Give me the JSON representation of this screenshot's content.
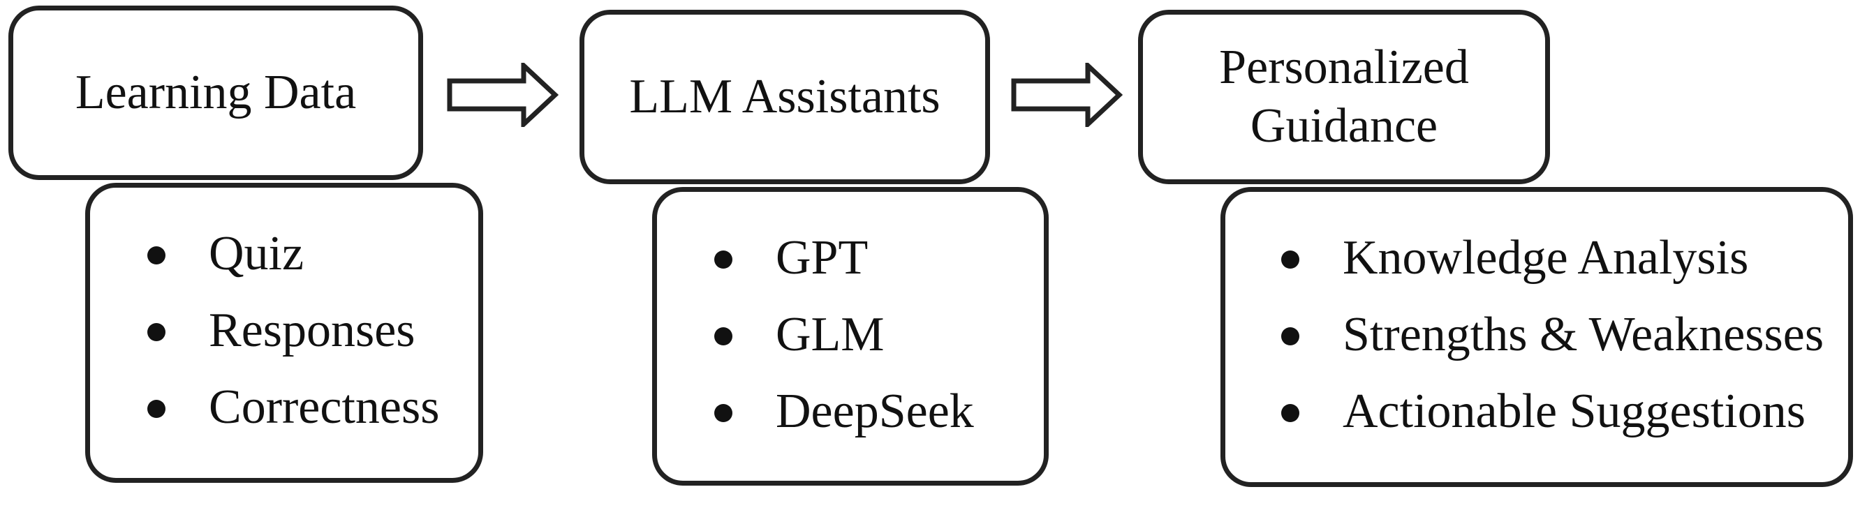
{
  "stages": [
    {
      "title_lines": [
        "Learning Data"
      ],
      "items": [
        "Quiz",
        "Responses",
        "Correctness"
      ]
    },
    {
      "title_lines": [
        "LLM Assistants"
      ],
      "items": [
        "GPT",
        "GLM",
        "DeepSeek"
      ]
    },
    {
      "title_lines": [
        "Personalized",
        "Guidance"
      ],
      "items": [
        "Knowledge Analysis",
        "Strengths & Weaknesses",
        "Actionable Suggestions"
      ]
    }
  ],
  "colors": {
    "stroke": "#222222",
    "text": "#111111",
    "background": "#ffffff"
  }
}
